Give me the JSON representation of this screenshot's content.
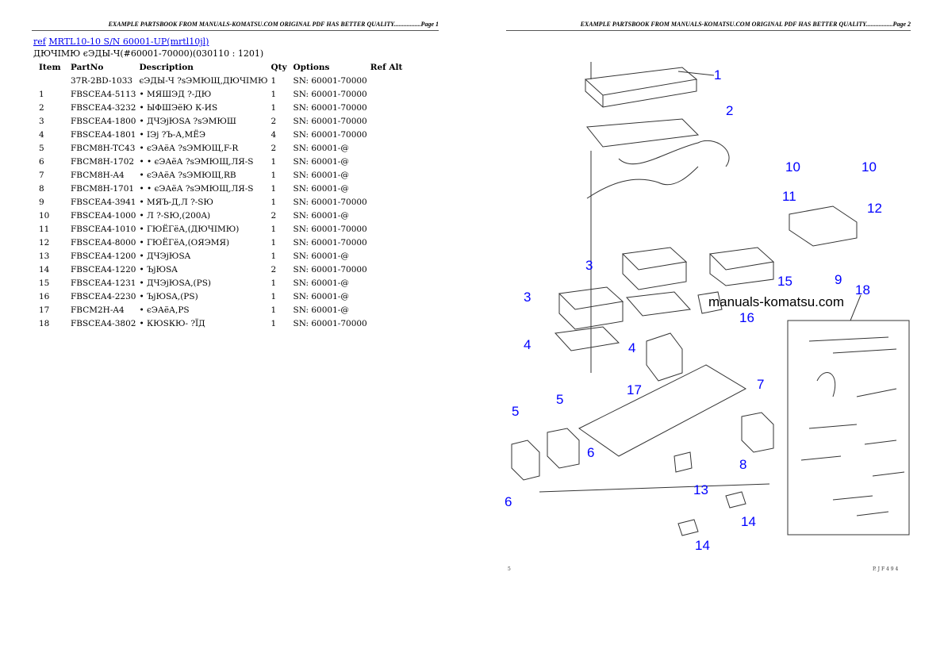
{
  "page1": {
    "header": "EXAMPLE PARTSBOOK FROM MANUALS-KOMATSU.COM ORIGINAL PDF HAS BETTER QUALITY.................Page 1",
    "ref_link": "ref",
    "model_link": "MRTL10-10 S/N 60001-UP(mrtl10jl)",
    "subtitle": "ДЮЧIМЮ єЭДЫ-Ч(#60001-70000)(030110 : 1201)",
    "columns": [
      "Item",
      "PartNo",
      "Description",
      "Qty",
      "Options",
      "Ref Alt"
    ],
    "rows": [
      [
        "",
        "37R-2BD-1033",
        "єЭДЫ-Ч ?sЭМЮЩ,ДЮЧIМЮ",
        "1",
        "SN: 60001-70000"
      ],
      [
        "1",
        "FBSCEA4-5113",
        "• МЯШЭД ?-ДЮ",
        "1",
        "SN: 60001-70000"
      ],
      [
        "2",
        "FBSCEA4-3232",
        "• ЫФШЭёЮ К-ИS",
        "1",
        "SN: 60001-70000"
      ],
      [
        "3",
        "FBSCEA4-1800",
        "• ДЧЭjЮSA ?sЭМЮШ",
        "2",
        "SN: 60001-70000"
      ],
      [
        "4",
        "FBSCEA4-1801",
        "• IЭj ?Ъ-А,МЁЭ",
        "4",
        "SN: 60001-70000"
      ],
      [
        "5",
        "FBCM8H-TC43",
        "• єЭАёА ?sЭМЮЩ,F-R",
        "2",
        "SN: 60001-@"
      ],
      [
        "6",
        "FBCM8H-1702",
        "• • єЭАёА ?sЭМЮЩ,ЛЯ-S",
        "1",
        "SN: 60001-@"
      ],
      [
        "7",
        "FBCM8H-A4",
        "• єЭАёА ?sЭМЮЩ,RB",
        "1",
        "SN: 60001-@"
      ],
      [
        "8",
        "FBCM8H-1701",
        "• • єЭАёА ?sЭМЮЩ,ЛЯ-S",
        "1",
        "SN: 60001-@"
      ],
      [
        "9",
        "FBSCEA4-3941",
        "• МЯЪ-Д,Л ?-SЮ",
        "1",
        "SN: 60001-70000"
      ],
      [
        "10",
        "FBSCEA4-1000",
        "• Л ?-SЮ,(200A)",
        "2",
        "SN: 60001-@"
      ],
      [
        "11",
        "FBSCEA4-1010",
        "• ГЮЁГёА,(ДЮЧIМЮ)",
        "1",
        "SN: 60001-70000"
      ],
      [
        "12",
        "FBSCEA4-8000",
        "• ГЮЁГёА,(ОЯЭМЯ)",
        "1",
        "SN: 60001-70000"
      ],
      [
        "13",
        "FBSCEA4-1200",
        "• ДЧЭjЮSA",
        "1",
        "SN: 60001-@"
      ],
      [
        "14",
        "FBSCEA4-1220",
        "• ЪjЮSA",
        "2",
        "SN: 60001-70000"
      ],
      [
        "15",
        "FBSCEA4-1231",
        "• ДЧЭjЮSA,(PS)",
        "1",
        "SN: 60001-@"
      ],
      [
        "16",
        "FBSCEA4-2230",
        "• ЪjЮSA,(PS)",
        "1",
        "SN: 60001-@"
      ],
      [
        "17",
        "FBCM2H-A4",
        "• єЭАёА,PS",
        "1",
        "SN: 60001-@"
      ],
      [
        "18",
        "FBSCEA4-3802",
        "• КЮSКЮ- ?ЇД",
        "1",
        "SN: 60001-70000"
      ]
    ]
  },
  "page2": {
    "header": "EXAMPLE PARTSBOOK FROM MANUALS-KOMATSU.COM ORIGINAL PDF HAS BETTER QUALITY.................Page 2",
    "watermark": "manuals-komatsu.com",
    "footer_left": "5",
    "footer_right": "P. J F 4 9 4",
    "callout_color": "#0000ff",
    "callouts": [
      "1",
      "2",
      "10",
      "10",
      "11",
      "12",
      "3",
      "15",
      "9",
      "18",
      "3",
      "16",
      "4",
      "4",
      "17",
      "7",
      "5",
      "5",
      "6",
      "6",
      "8",
      "13",
      "14",
      "14"
    ]
  }
}
